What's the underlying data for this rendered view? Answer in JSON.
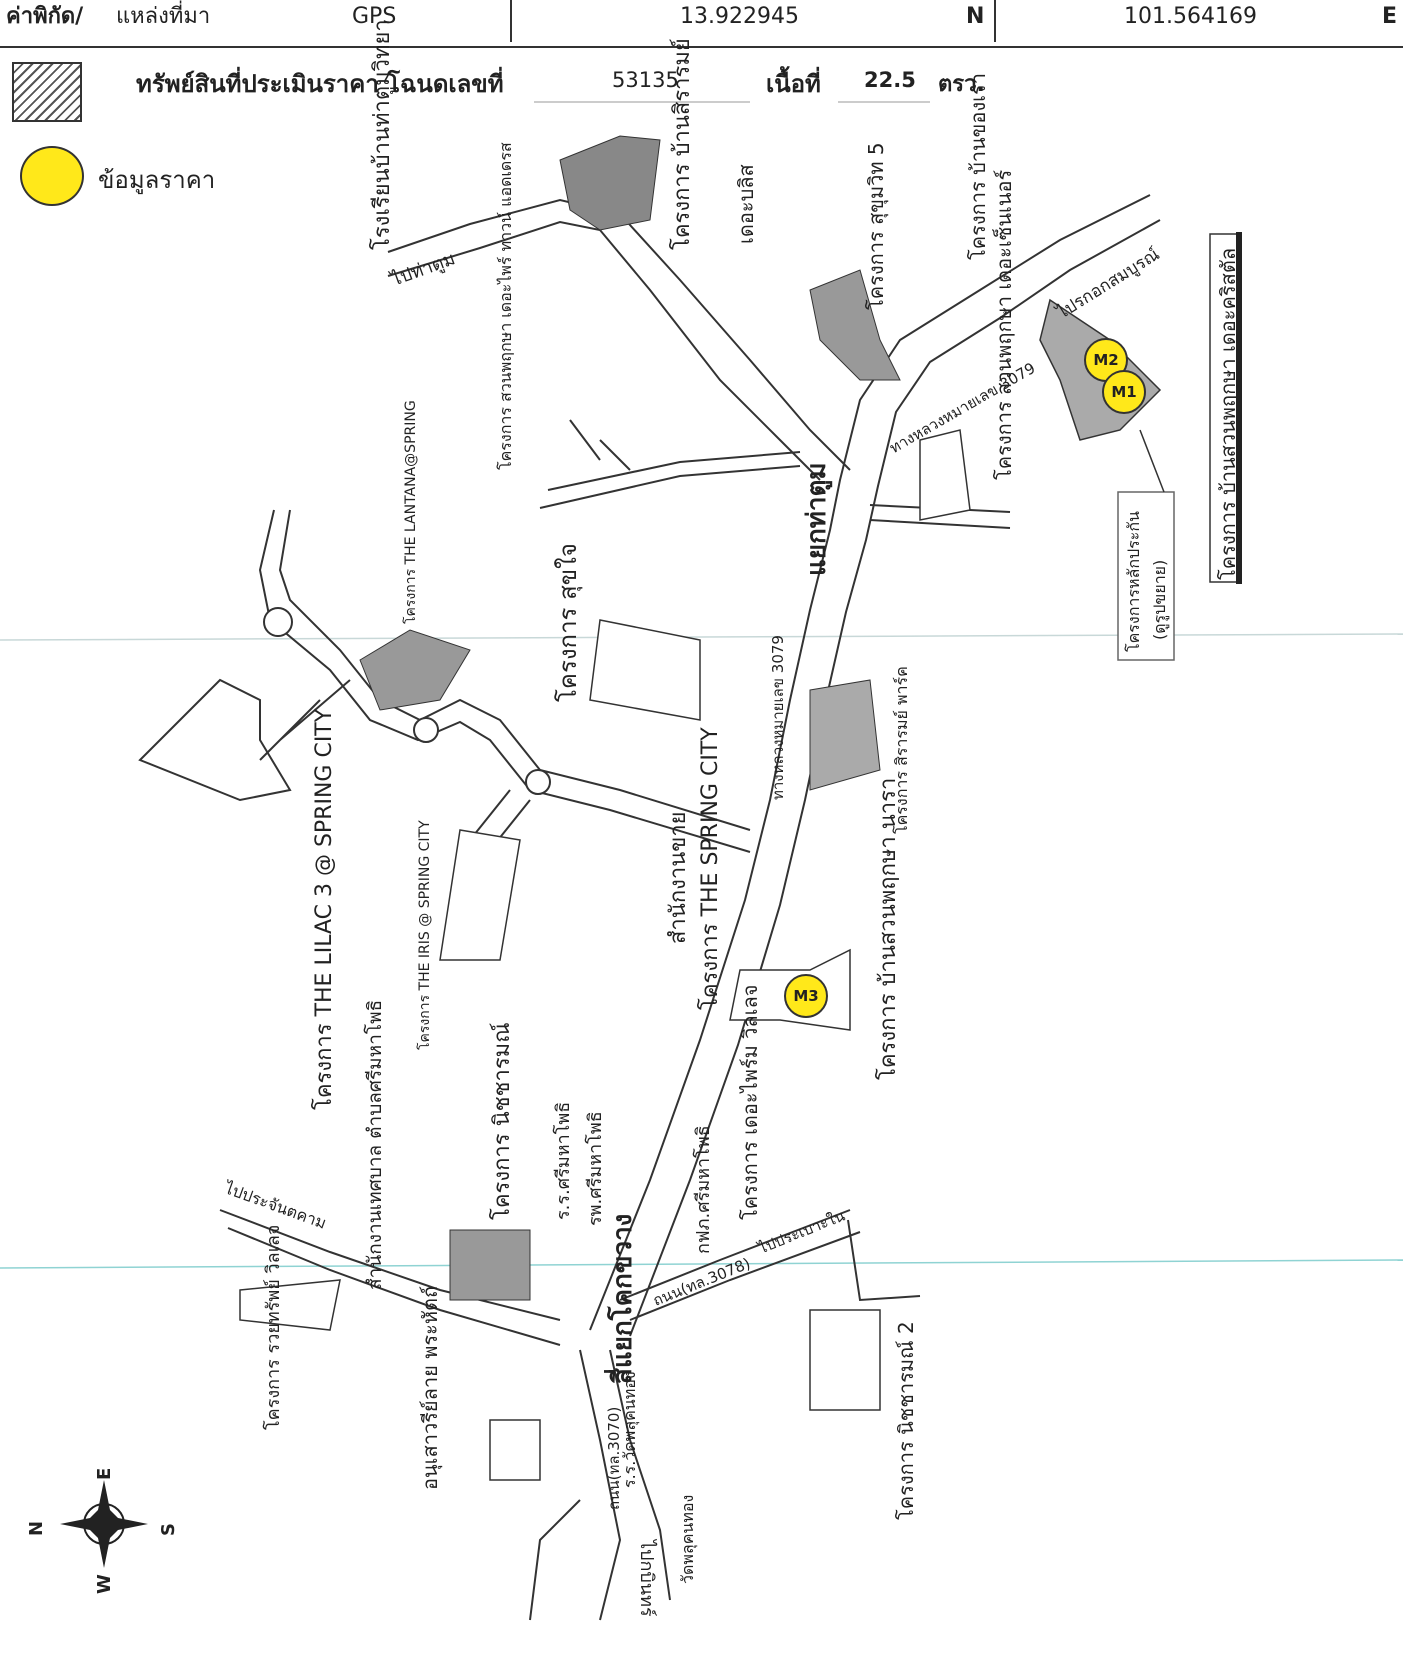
{
  "header": {
    "coord_label": "ค่าพิกัด/",
    "source_label": "แหล่งที่มา",
    "source_value": "GPS",
    "lat": "13.922945",
    "lat_dir": "N",
    "lon": "101.564169",
    "lon_dir": "E"
  },
  "legend": {
    "asset_label": "ทรัพย์สินที่ประเมินราคา โฉนดเลขที่",
    "deed_no": "53135",
    "area_label": "เนื้อที่",
    "area_value": "22.5",
    "area_unit": "ตรว.",
    "price_label": "ข้อมูลราคา"
  },
  "markers": [
    "M1",
    "M2",
    "M3"
  ],
  "compass": {
    "n": "N",
    "s": "S",
    "e": "E",
    "w": "W"
  },
  "labels": {
    "school_tha_tum": "โรงเรียนบ้านท่าตูมวิทยา",
    "to_tha_tum": "ไปท่าตูม",
    "proj_siram": "โครงการ บ้านสิรารมย์",
    "proj_siram_sub": "เดอะบลิส",
    "proj_sukhumvit5": "โครงการ สุขุมวิท 5",
    "proj_khongkhao": "โครงการ บ้านของเรา",
    "to_rokomsombun": "ไปรกอกสมบูรณ์",
    "hwy3079_a": "ทางหลวงหมายเลข 3079",
    "proj_suanpruksa_center": "โครงการ สวนพฤกษา เดอะเซ็นเนอร์",
    "proj_crystal": "โครงการ บ้านสวนพฤกษา เดอะคริสตัล",
    "proj_main": "โครงการหลักประกัน",
    "proj_main_sub": "(ดูรูปขยาย)",
    "proj_suanpruksa_townhome": "โครงการ สวนพฤกษา เดอะไพร์ ทาวน์ แอดเดรส",
    "intersection_tha_tum": "แยกท่าตูม",
    "proj_sukjai": "โครงการ สุขใจ",
    "proj_lantana": "โครงการ THE LANTANA@SPRING",
    "hwy3079_b": "ทางหลวงหมายเลข 3079",
    "proj_siram_park": "โครงการ สิรารมย์ พาร์ค",
    "proj_lilac": "โครงการ THE LILAC 3 @ SPRING CITY",
    "proj_iris": "โครงการ THE IRIS @ SPRING CITY",
    "sales_office": "สำนักงานขาย",
    "proj_spring_city": "โครงการ THE SPRING CITY",
    "proj_nara": "โครงการ บ้านสวนพฤกษา นารา",
    "proj_nicharom": "โครงการ นิชชารมณ์",
    "municipal_office": "สำนักงานเทศบาล ตำบลศรีมหาโพธิ",
    "school_srimahaphot": "ร.ร.ศรีมหาโพธิ",
    "hospital": "รพ.ศรีมหาโพธิ",
    "proj_prime": "โครงการ เดอะไพร์ม วิลเลจ",
    "police": "กฟภ.ศรีมหาโพธิ",
    "to_prachinburi": "ไปประจันตคาม",
    "intersection_khok": "สี่แยกโคกขวาง",
    "road3078": "ถนน(ทล.3078)",
    "to_prakhon": "ไปประเบาะใน",
    "proj_ruay": "โครงการ รวยทรัพย์ วิลเลจ",
    "monument": "อนุเสาวรีย์ลาย พระหัตถ์",
    "proj_nicharom2": "โครงการ นิชชารมณ์ 2",
    "road3070": "ถนน(ทล.3070)",
    "school_wat": "ร.ร.วัดพลุคนทอง",
    "temple": "วัดพลุคนทอง",
    "to_kabinburi": "ไปกบินทร์"
  }
}
